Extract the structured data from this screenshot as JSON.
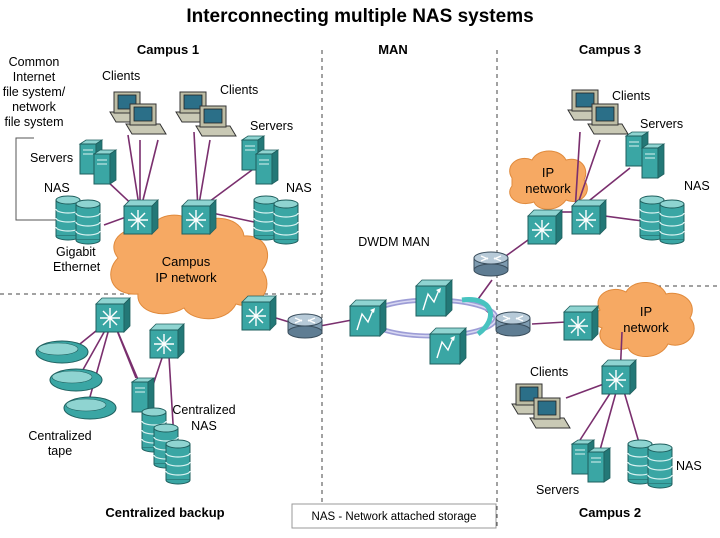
{
  "title": "Interconnecting multiple NAS systems",
  "regions": {
    "campus1": "Campus 1",
    "man": "MAN",
    "campus3": "Campus 3",
    "campus2": "Campus 2",
    "backup": "Centralized backup"
  },
  "labels": {
    "cifs_l1": "Common",
    "cifs_l2": "Internet",
    "cifs_l3": "file system/",
    "cifs_l4": "network",
    "cifs_l5": "file system",
    "clients": "Clients",
    "servers": "Servers",
    "nas": "NAS",
    "gigabit_l1": "Gigabit",
    "gigabit_l2": "Ethernet",
    "campus_ip_l1": "Campus",
    "campus_ip_l2": "IP network",
    "ip_l1": "IP",
    "ip_l2": "network",
    "dwdm": "DWDM MAN",
    "central_tape_l1": "Centralized",
    "central_tape_l2": "tape",
    "central_nas_l1": "Centralized",
    "central_nas_l2": "NAS"
  },
  "legend": "NAS - Network attached storage",
  "colors": {
    "teal": "#3aa6a4",
    "teal_dark": "#1f6f6e",
    "cloud": "#f6a963",
    "link": "#7a2f6e",
    "router": "#7e9bb0"
  },
  "icons": [
    "monitor-icon",
    "server-icon",
    "storage-stack-icon",
    "switch-icon",
    "router-icon",
    "cloud-icon",
    "tape-icon",
    "optical-switch-icon"
  ]
}
